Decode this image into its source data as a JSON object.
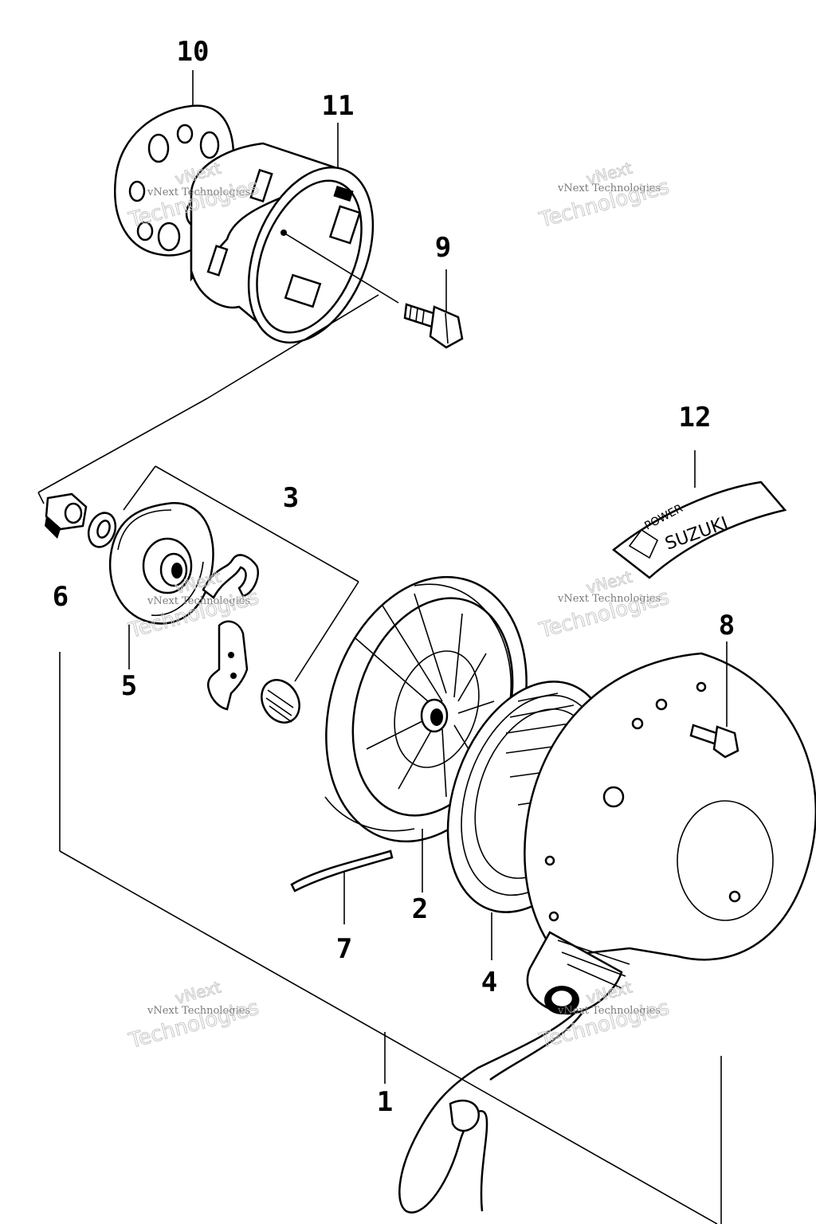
{
  "callouts": {
    "c1": "1",
    "c2": "2",
    "c3": "3",
    "c4": "4",
    "c5": "5",
    "c6": "6",
    "c7": "7",
    "c8": "8",
    "c9": "9",
    "c10": "10",
    "c11": "11",
    "c12": "12"
  },
  "emblem": {
    "brand": "SUZUKI",
    "tagline": "POWER"
  },
  "watermark": {
    "small": "vNext Technologies",
    "line1": "vNext",
    "line2": "Technologies"
  }
}
